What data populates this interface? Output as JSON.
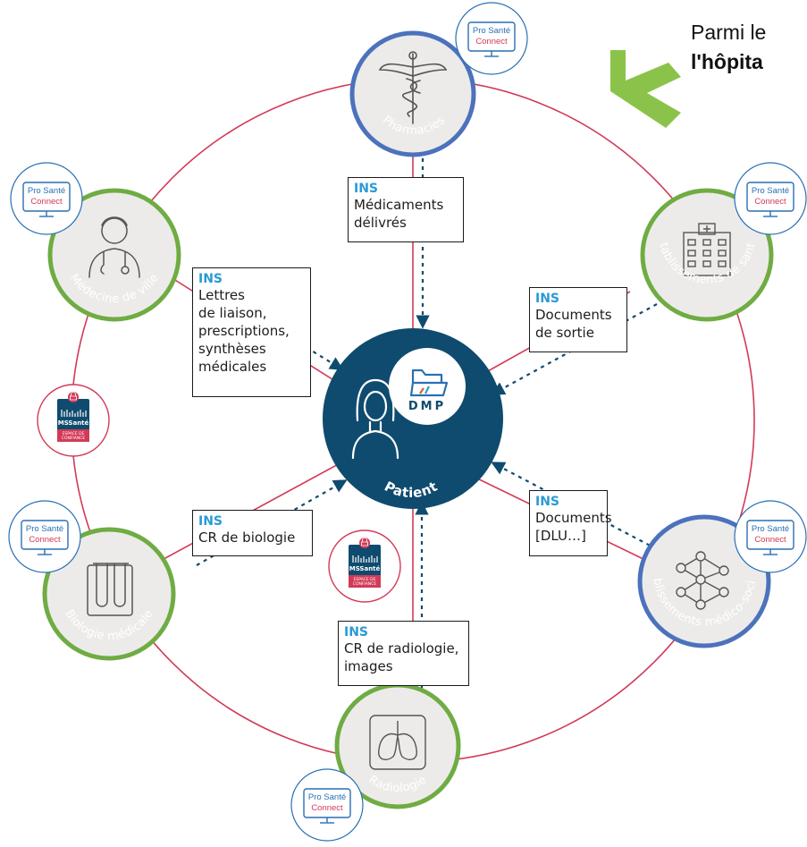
{
  "headline": {
    "line1": "Parmi le",
    "line2": "l'hôpita"
  },
  "colors": {
    "ring": "#d23a57",
    "node_green": "#6fac43",
    "node_blue": "#4c72bc",
    "node_fill": "#ecebea",
    "patient": "#0f4b6e",
    "ins_blue": "#2a9ad6",
    "arrow_green": "#8bc34a"
  },
  "patient": {
    "label": "Patient",
    "dmp_label": "DMP"
  },
  "nodes": [
    {
      "id": "pharmacies",
      "label": "Pharmacies",
      "icon": "caduceus-icon",
      "ring_color": "blue"
    },
    {
      "id": "etablissements-sante",
      "label": "Établissements de santé",
      "icon": "hospital-building-icon",
      "ring_color": "green"
    },
    {
      "id": "etablissements-medico-sociaux",
      "label": "Établissements médico-sociaux",
      "icon": "network-nodes-icon",
      "ring_color": "blue"
    },
    {
      "id": "radiologie",
      "label": "Radiologie",
      "icon": "lungs-icon",
      "ring_color": "green"
    },
    {
      "id": "biologie-medicale",
      "label": "Biologie médicale",
      "icon": "test-tubes-icon",
      "ring_color": "green"
    },
    {
      "id": "medecine-de-ville",
      "label": "Médecine de ville",
      "icon": "doctor-icon",
      "ring_color": "green"
    }
  ],
  "pro_sante_connect": {
    "line1": "Pro Santé",
    "line2": "Connect"
  },
  "mssante": {
    "brand": "MSSanté",
    "subtitle_line1": "ESPACE DE",
    "subtitle_line2": "CONFIANCE"
  },
  "info_boxes": [
    {
      "id": "pharmacies",
      "ins": "INS",
      "text": "Médicaments\ndélivrés"
    },
    {
      "id": "medecine",
      "ins": "INS",
      "text": "Lettres\nde liaison,\nprescriptions,\nsynthèses\nmédicales"
    },
    {
      "id": "etab-sante",
      "ins": "INS",
      "text": "Documents\nde sortie"
    },
    {
      "id": "biologie",
      "ins": "INS",
      "text": "CR de biologie"
    },
    {
      "id": "medico-sociaux",
      "ins": "INS",
      "text": "Documents\n[DLU…]"
    },
    {
      "id": "radiologie",
      "ins": "INS",
      "text": "CR de radiologie,\nimages"
    }
  ]
}
